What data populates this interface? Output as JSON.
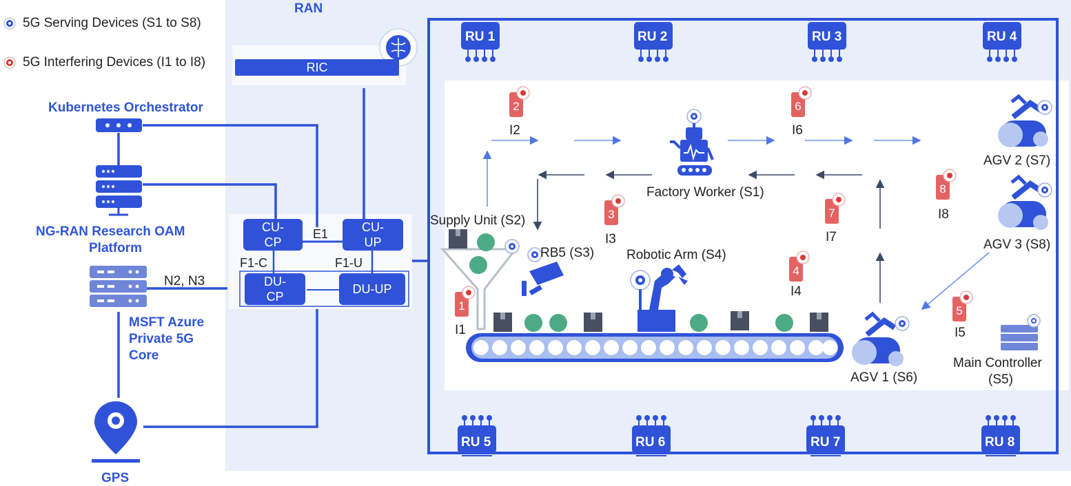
{
  "legend": {
    "serving": "5G Serving Devices (S1 to S8)",
    "interfering": "5G Interfering Devices (I1 to I8)"
  },
  "left": {
    "k8s": "Kubernetes Orchestrator",
    "oam_line1": "NG-RAN Research OAM",
    "oam_line2": "Platform",
    "core_line1": "MSFT Azure",
    "core_line2": "Private 5G",
    "core_line3": "Core",
    "n2n3": "N2, N3",
    "gps": "GPS"
  },
  "ran": {
    "title": "RAN",
    "ric": "RIC",
    "cucp_1": "CU-",
    "cucp_2": "CP",
    "cuup_1": "CU-",
    "cuup_2": "UP",
    "ducp_1": "DU-",
    "ducp_2": "CP",
    "duup": "DU-UP",
    "e1": "E1",
    "f1c": "F1-C",
    "f1u": "F1-U"
  },
  "rus_top": [
    "RU 1",
    "RU 2",
    "RU 3",
    "RU 4"
  ],
  "rus_bottom": [
    "RU 5",
    "RU 6",
    "RU 7",
    "RU 8"
  ],
  "interferer_numbers": [
    "1",
    "2",
    "3",
    "4",
    "5",
    "6",
    "7",
    "8"
  ],
  "interferer_labels": [
    "I1",
    "I2",
    "I3",
    "I4",
    "I5",
    "I6",
    "I7",
    "I8"
  ],
  "factory": {
    "worker": "Factory Worker (S1)",
    "supply": "Supply Unit (S2)",
    "rb5": "RB5 (S3)",
    "arm": "Robotic Arm (S4)",
    "controller_1": "Main Controller",
    "controller_2": "(S5)",
    "agv1": "AGV 1 (S6)",
    "agv2": "AGV 2 (S7)",
    "agv3": "AGV 3 (S8)"
  },
  "colors": {
    "primary": "#2f52d8",
    "ran_bg": "#e8eefa",
    "interferer": "#e36363",
    "serving": "#2f52d8",
    "green": "#4daa86",
    "box_dark": "#474f60"
  }
}
